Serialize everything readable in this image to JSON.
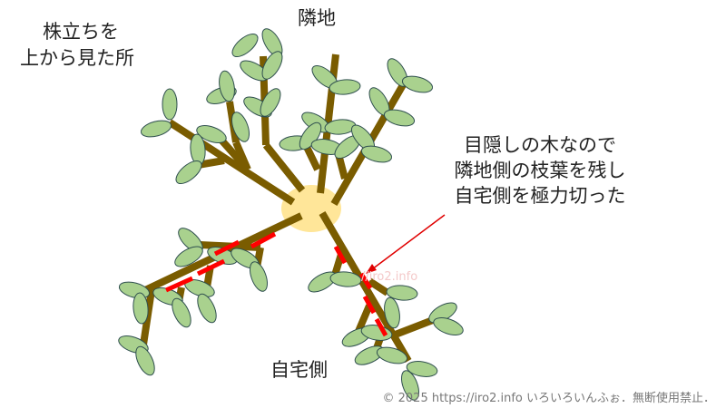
{
  "labels": {
    "top_left_line1": "株立ちを",
    "top_left_line2": "上から見た所",
    "neighbor": "隣地",
    "home_side": "自宅側",
    "note_lines": [
      "目隠しの木なので",
      "隣地側の枝葉を残し",
      "自宅側を極力切った"
    ]
  },
  "watermark": "//iro2.info",
  "copyright": "© 2025 https://iro2.info いろいろいんふぉ．無断使用禁止．",
  "colors": {
    "branch": "#7a5c00",
    "leaf_fill": "#a9d18e",
    "leaf_stroke": "#2f4f4f",
    "base": "#ffe699",
    "cut": "#ff0000",
    "arrow": "#e00000"
  }
}
